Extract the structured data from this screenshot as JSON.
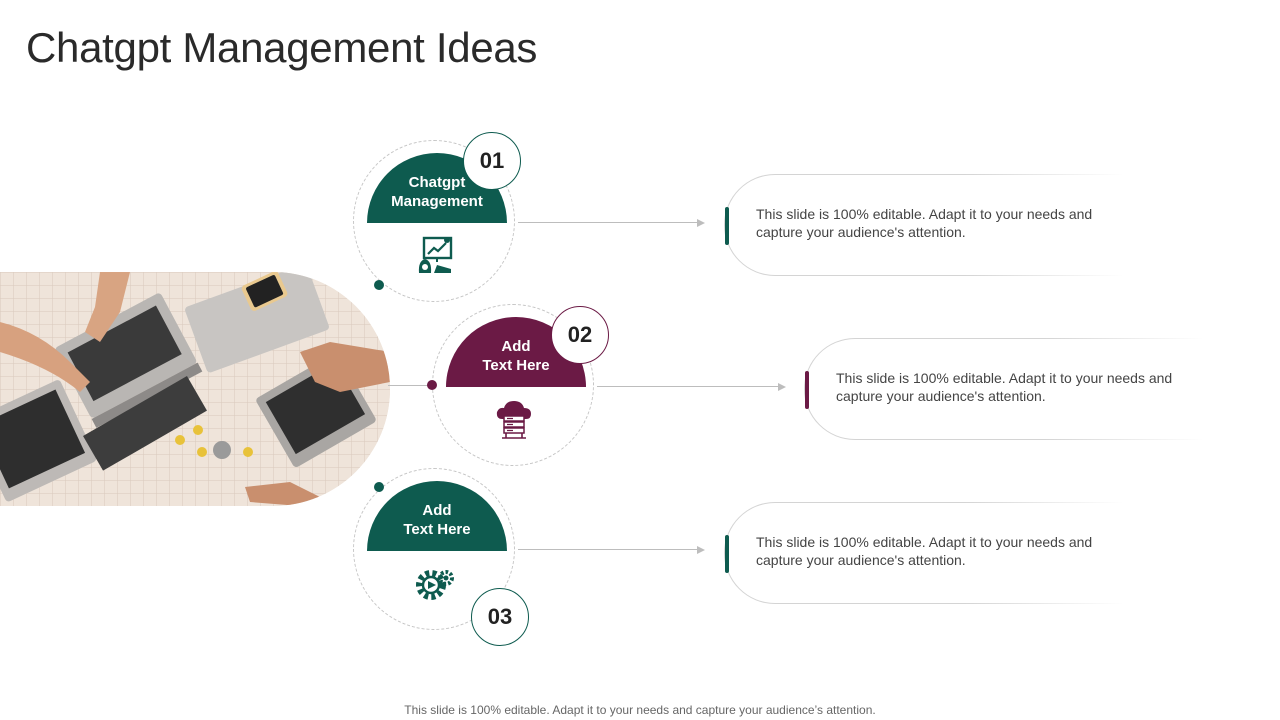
{
  "title": "Chatgpt Management Ideas",
  "colors": {
    "green": "#0e5b4f",
    "maroon": "#6b1a45"
  },
  "items": [
    {
      "number": "01",
      "heading_line1": "Chatgpt",
      "heading_line2": "Management",
      "icon": "money-presentation-icon",
      "description": "This slide is 100% editable. Adapt it to your needs and capture your audience's attention."
    },
    {
      "number": "02",
      "heading_line1": "Add",
      "heading_line2": "Text Here",
      "icon": "cloud-server-icon",
      "description": "This slide is 100% editable. Adapt it to your needs and capture your audience's attention."
    },
    {
      "number": "03",
      "heading_line1": "Add",
      "heading_line2": "Text Here",
      "icon": "gear-play-icon",
      "description": "This slide is 100% editable. Adapt it to your needs and capture your audience's attention."
    }
  ],
  "photo": {
    "subject": "team-laptops-photo"
  },
  "footer": "This slide is 100% editable. Adapt it to your needs and capture your audience’s attention."
}
